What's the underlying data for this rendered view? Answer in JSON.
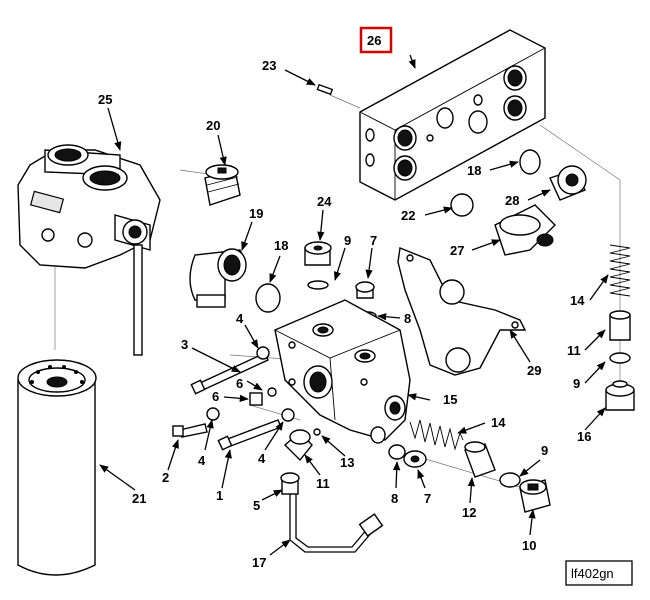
{
  "diagram": {
    "reference_code": "lf402gn",
    "highlighted_callout": "26",
    "callouts": [
      "1",
      "2",
      "3",
      "4",
      "4",
      "4",
      "5",
      "5",
      "6",
      "7",
      "7",
      "8",
      "8",
      "9",
      "9",
      "9",
      "10",
      "11",
      "11",
      "12",
      "13",
      "14",
      "14",
      "15",
      "16",
      "17",
      "18",
      "18",
      "19",
      "20",
      "21",
      "22",
      "23",
      "24",
      "25",
      "26",
      "27",
      "28",
      "29"
    ],
    "colors": {
      "highlight": "#d40000",
      "line": "#000000"
    }
  }
}
